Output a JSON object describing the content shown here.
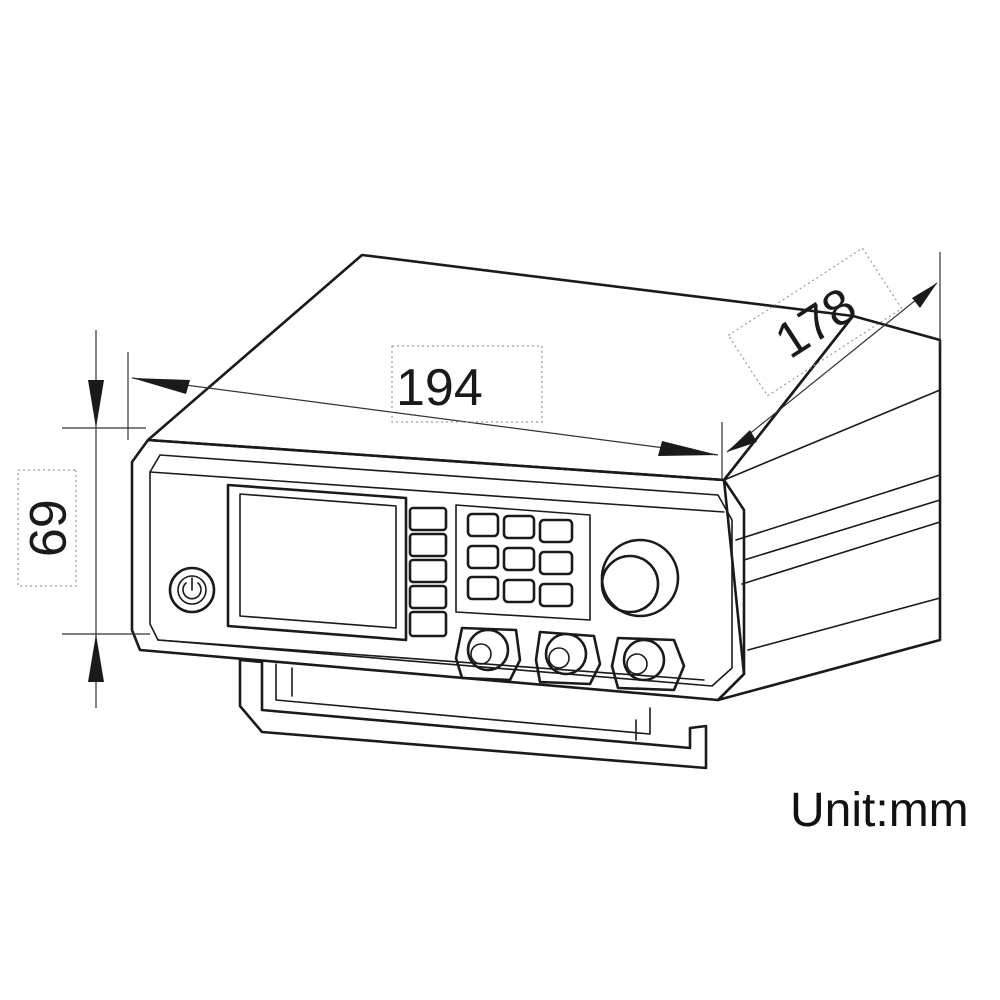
{
  "dimensions": {
    "width": {
      "value": "194"
    },
    "depth": {
      "value": "178"
    },
    "height": {
      "value": "69"
    }
  },
  "unit_label": "Unit:mm",
  "colors": {
    "line": "#1a1a1a",
    "dashed_box": "#9a9a9a",
    "background": "#ffffff"
  }
}
